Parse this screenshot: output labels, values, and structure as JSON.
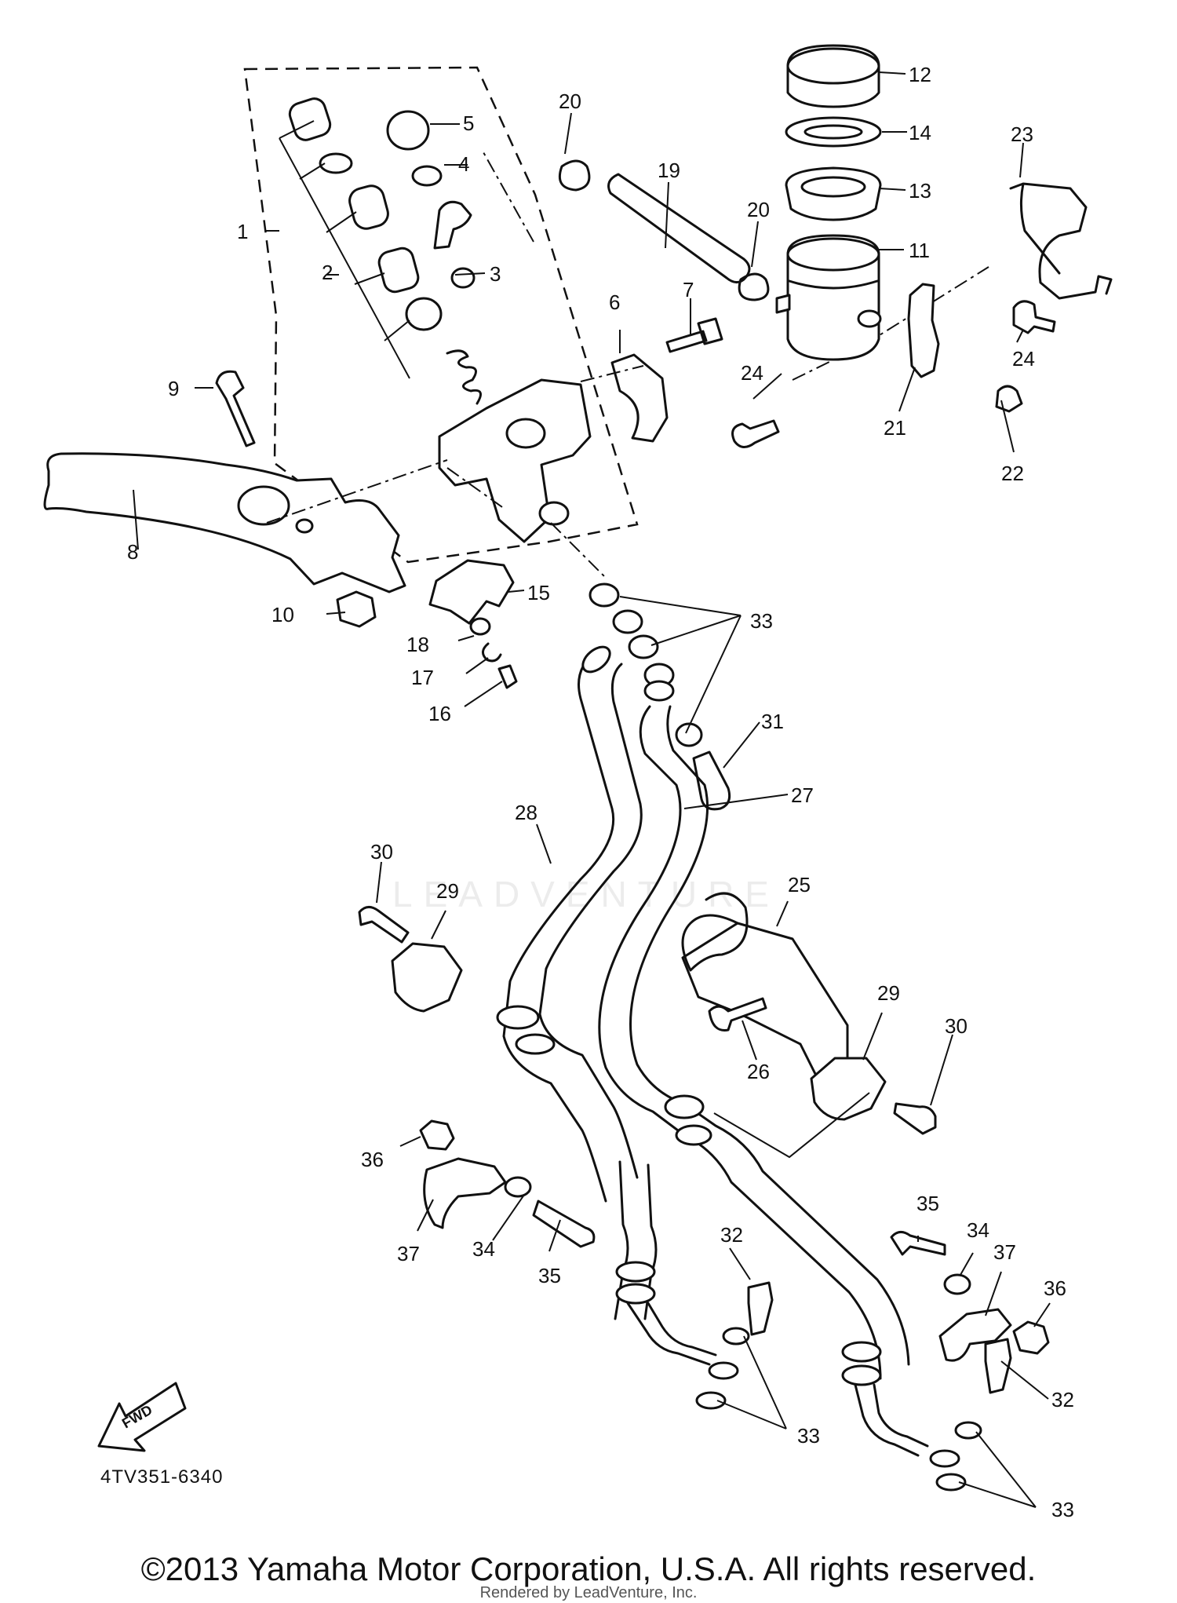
{
  "diagram_ref": "4TV351-6340",
  "copyright": "©2013 Yamaha Motor Corporation, U.S.A. All rights reserved.",
  "rendered_by": "Rendered by LeadVenture, Inc.",
  "watermark": "LEADVENTURE",
  "fwd_label": "FWD",
  "callouts": [
    {
      "n": "1"
    },
    {
      "n": "2"
    },
    {
      "n": "3"
    },
    {
      "n": "4"
    },
    {
      "n": "5"
    },
    {
      "n": "6"
    },
    {
      "n": "7"
    },
    {
      "n": "8"
    },
    {
      "n": "9"
    },
    {
      "n": "10"
    },
    {
      "n": "11"
    },
    {
      "n": "12"
    },
    {
      "n": "13"
    },
    {
      "n": "14"
    },
    {
      "n": "15"
    },
    {
      "n": "16"
    },
    {
      "n": "17"
    },
    {
      "n": "18"
    },
    {
      "n": "19"
    },
    {
      "n": "20"
    },
    {
      "n": "20"
    },
    {
      "n": "21"
    },
    {
      "n": "22"
    },
    {
      "n": "23"
    },
    {
      "n": "24"
    },
    {
      "n": "24"
    },
    {
      "n": "25"
    },
    {
      "n": "26"
    },
    {
      "n": "27"
    },
    {
      "n": "28"
    },
    {
      "n": "29"
    },
    {
      "n": "29"
    },
    {
      "n": "30"
    },
    {
      "n": "30"
    },
    {
      "n": "31"
    },
    {
      "n": "32"
    },
    {
      "n": "32"
    },
    {
      "n": "33"
    },
    {
      "n": "33"
    },
    {
      "n": "33"
    },
    {
      "n": "34"
    },
    {
      "n": "34"
    },
    {
      "n": "35"
    },
    {
      "n": "35"
    },
    {
      "n": "36"
    },
    {
      "n": "36"
    },
    {
      "n": "37"
    },
    {
      "n": "37"
    }
  ]
}
